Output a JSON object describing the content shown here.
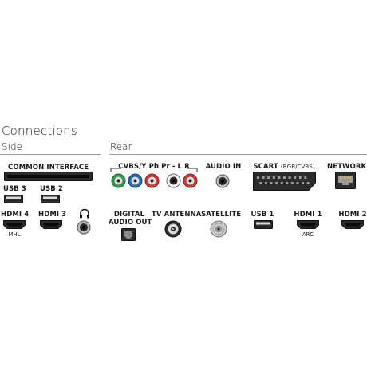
{
  "title": "Connections",
  "sections": {
    "side": "Side",
    "rear": "Rear"
  },
  "side": {
    "common_interface": "COMMON INTERFACE",
    "usb3": "USB 3",
    "usb2": "USB 2",
    "hdmi4": "HDMI 4",
    "hdmi4_sub": "MHL",
    "hdmi3": "HDMI 3"
  },
  "rear": {
    "cvbs": "CVBS/Y Pb Pr - L R",
    "audio_in": "AUDIO IN",
    "scart_main": "SCART",
    "scart_sub": "(RGB/CVBS)",
    "network": "NETWORK",
    "digital_audio_out_line1": "DIGITAL",
    "digital_audio_out_line2": "AUDIO OUT",
    "tv_antenna": "TV ANTENNA",
    "satellite": "SATELLITE",
    "usb1": "USB 1",
    "hdmi1": "HDMI 1",
    "hdmi1_sub": "ARC",
    "hdmi2": "HDMI 2"
  },
  "colors": {
    "rca_green": "#2f9b4a",
    "rca_blue": "#2a6bb8",
    "rca_red": "#d23a3a",
    "rca_white": "#f2f2f2",
    "rule": "#9a9a9a"
  },
  "icons": [
    "ci-slot-icon",
    "usb-icon",
    "hdmi-icon",
    "headphone-jack-icon",
    "rca-jack-icon",
    "optical-port-icon",
    "coax-icon",
    "f-connector-icon",
    "scart-icon",
    "ethernet-icon"
  ]
}
